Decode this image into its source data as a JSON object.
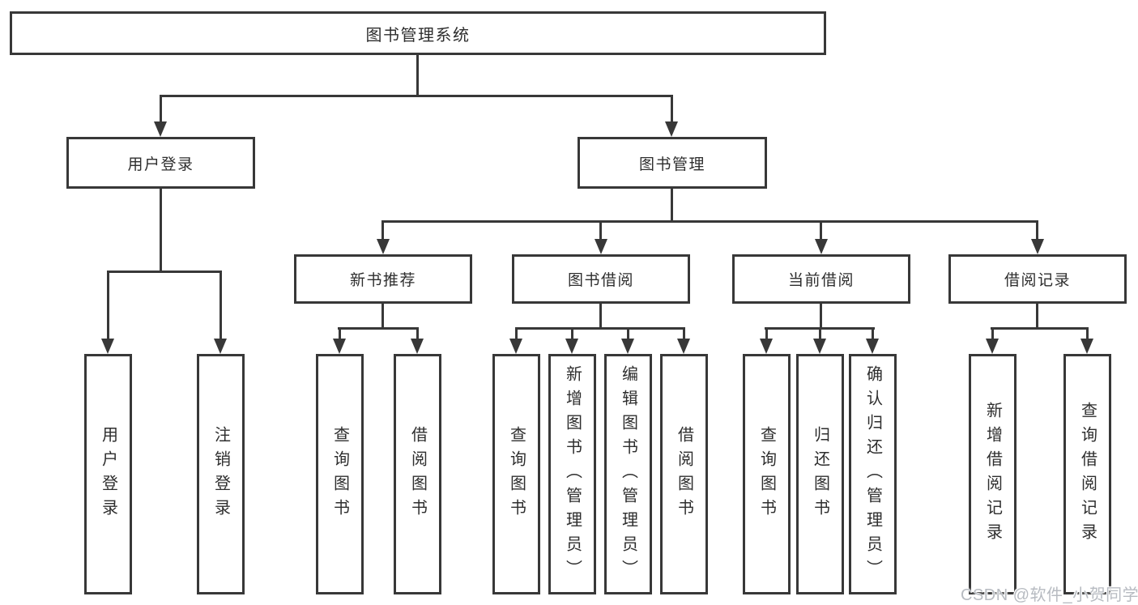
{
  "diagram": {
    "root": {
      "label": "图书管理系统"
    },
    "branches": [
      {
        "label": "用户登录",
        "children": [
          "用户登录",
          "注销登录"
        ]
      },
      {
        "label": "图书管理",
        "children": [
          {
            "label": "新书推荐",
            "children": [
              "查询图书",
              "借阅图书"
            ]
          },
          {
            "label": "图书借阅",
            "children": [
              "查询图书",
              "新增图书（管理员）",
              "编辑图书（管理员）",
              "借阅图书"
            ]
          },
          {
            "label": "当前借阅",
            "children": [
              "查询图书",
              "归还图书",
              "确认归还（管理员）"
            ]
          },
          {
            "label": "借阅记录",
            "children": [
              "新增借阅记录",
              "查询借阅记录"
            ]
          }
        ]
      }
    ]
  },
  "watermark": "CSDN @软件_小贺同学",
  "colors": {
    "line": "#383838",
    "background": "#ffffff",
    "watermark": "#b7bbc1"
  }
}
